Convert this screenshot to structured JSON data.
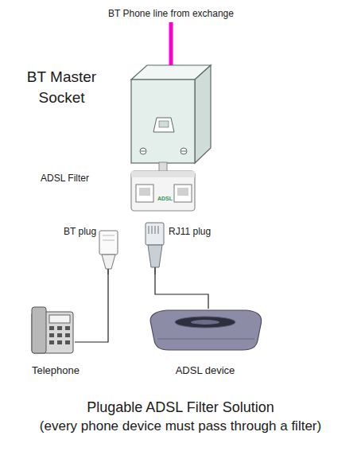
{
  "diagram": {
    "caption": "Plugable ADSL Filter Solution",
    "nodes": [
      {
        "text": [
          "BT Master Socket"
        ]
      },
      {
        "text": [
          "ADSL Filter",
          "ADSL"
        ]
      },
      {
        "text": [
          "Telephone"
        ]
      },
      {
        "text": [
          "ADSL device"
        ]
      }
    ],
    "edges": [
      {
        "from": 1,
        "to": 2,
        "arrow": "none"
      },
      {
        "from": 1,
        "to": 3,
        "arrow": "none"
      }
    ],
    "labels": [
      "BT Phone line from exchange",
      "BT plug",
      "RJ11 plug",
      "(every phone device must pass through a filter)"
    ]
  }
}
